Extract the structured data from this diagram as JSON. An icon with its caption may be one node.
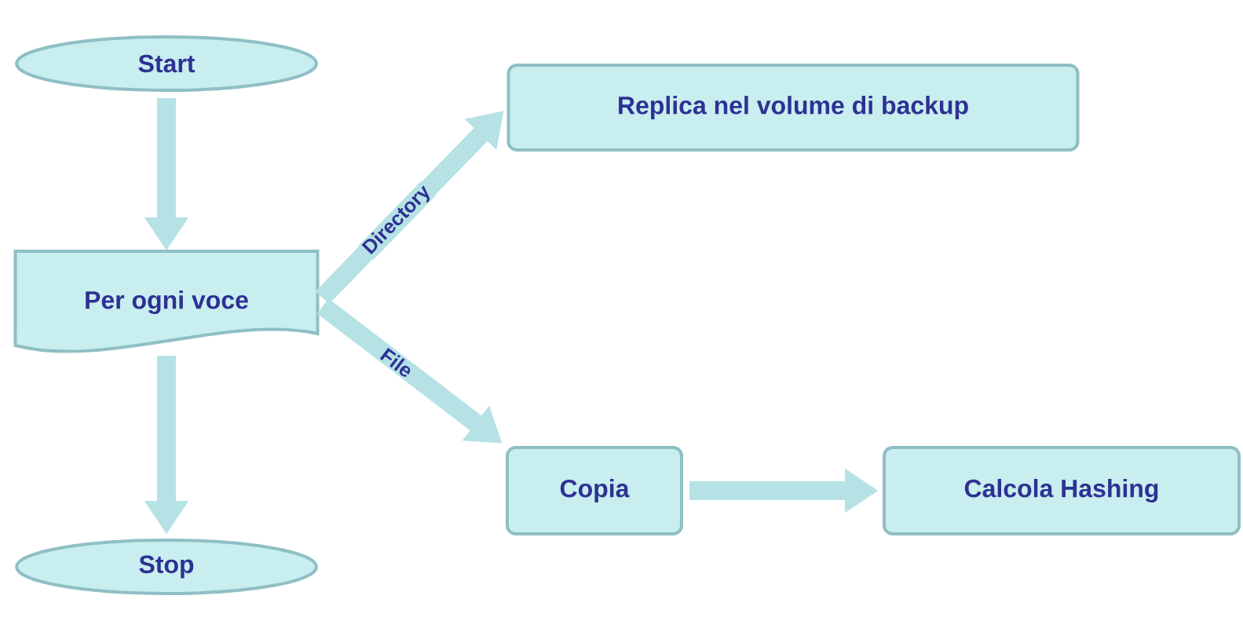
{
  "diagram": {
    "nodes": [
      {
        "text": [
          "Start"
        ]
      },
      {
        "text": [
          "Per ogni voce"
        ]
      },
      {
        "text": [
          "Replica nel volume di backup"
        ]
      },
      {
        "text": [
          "Copia"
        ]
      },
      {
        "text": [
          "Calcola Hashing"
        ]
      },
      {
        "text": [
          "Stop"
        ]
      }
    ],
    "edges": [
      {
        "from": 0,
        "to": 1,
        "arrow": "to"
      },
      {
        "from": 1,
        "to": 2,
        "arrow": "to",
        "label": "Directory"
      },
      {
        "from": 1,
        "to": 3,
        "arrow": "to",
        "label": "File"
      },
      {
        "from": 3,
        "to": 4,
        "arrow": "to"
      },
      {
        "from": 1,
        "to": 5,
        "arrow": "to"
      }
    ]
  }
}
